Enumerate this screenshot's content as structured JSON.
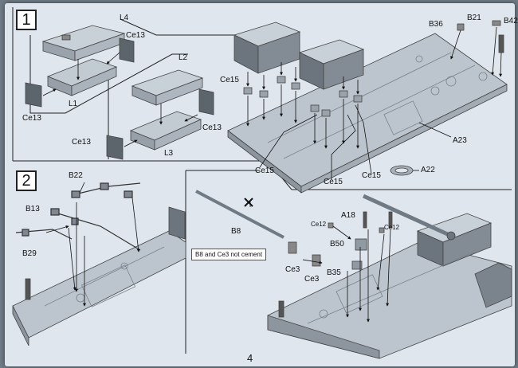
{
  "page_number": "4",
  "step1": {
    "number": "1",
    "labels": {
      "L4": "L4",
      "Ce13_a": "Ce13",
      "Ce13_b": "Ce13",
      "L1": "L1",
      "L2": "L2",
      "Ce13_c": "Ce13",
      "Ce13_d": "Ce13",
      "L3": "L3",
      "B36": "B36",
      "B21": "B21",
      "B42": "B42",
      "Ce15_a": "Ce15",
      "Ce15_b": "Ce15",
      "Ce15_c": "Ce15",
      "Ce15_d": "Ce15",
      "A23": "A23",
      "A22": "A22"
    }
  },
  "step2": {
    "number": "2",
    "labels": {
      "B22": "B22",
      "B13": "B13",
      "B29": "B29",
      "B8": "B8",
      "Ce3_a": "Ce3",
      "Ce3_b": "Ce3",
      "A18": "A18",
      "Ce12_a": "Ce12",
      "Ce12_b": "Ce12",
      "B50": "B50",
      "B35": "B35"
    },
    "note": "B8 and Ce3 not cement"
  },
  "colors": {
    "background": "#6f7b86",
    "paper": "#dfe6ee",
    "part_fill": "#b9c2cb",
    "part_dark": "#6e7780",
    "ink": "#111111"
  }
}
